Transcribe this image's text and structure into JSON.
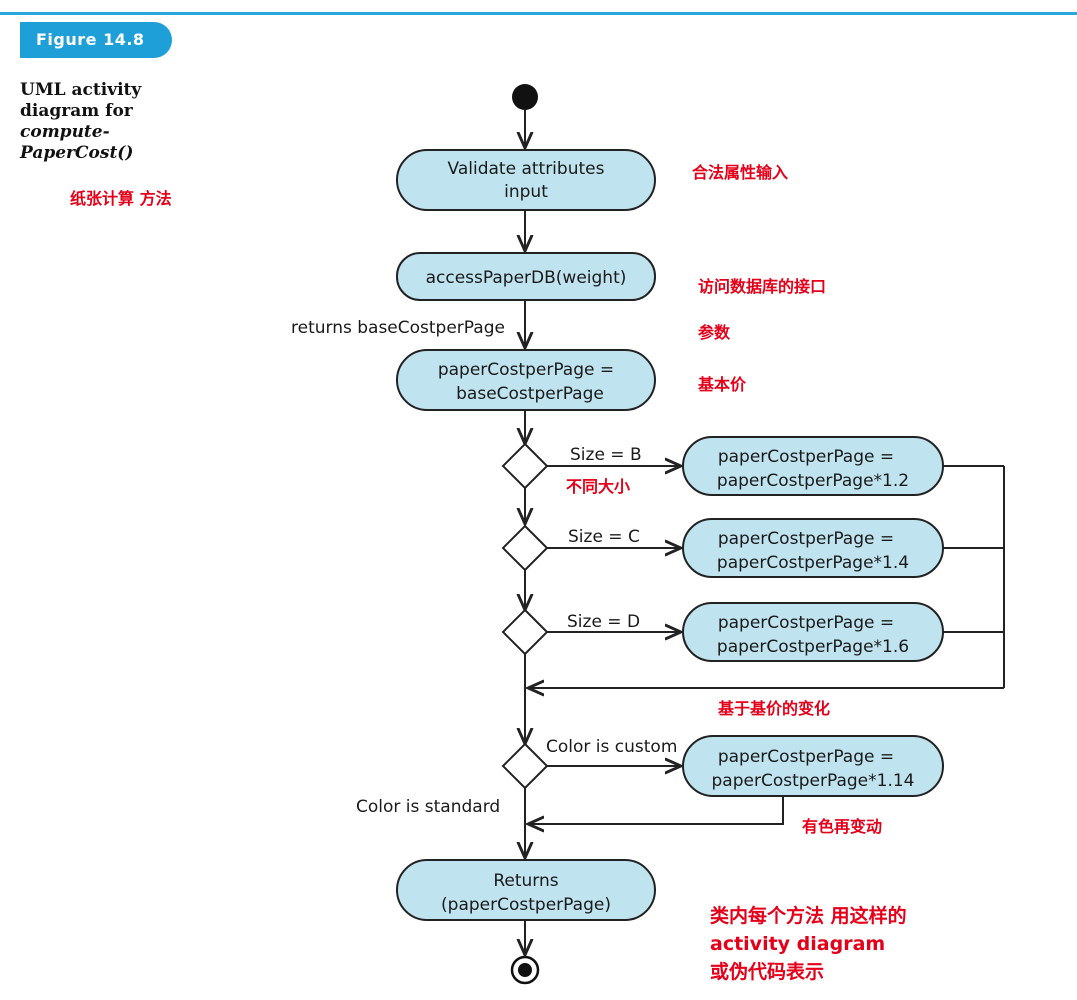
{
  "figure": {
    "tab_label": "Figure 14.8",
    "caption_lines": [
      "UML activity",
      "diagram for",
      "compute-",
      "PaperCost()"
    ]
  },
  "nodes": {
    "validate": [
      "Validate attributes",
      "input"
    ],
    "access": [
      "accessPaperDB(weight)"
    ],
    "assign_base": [
      "paperCostperPage =",
      "baseCostperPage"
    ],
    "size_b": [
      "paperCostperPage =",
      "paperCostperPage*1.2"
    ],
    "size_c": [
      "paperCostperPage =",
      "paperCostperPage*1.4"
    ],
    "size_d": [
      "paperCostperPage =",
      "paperCostperPage*1.6"
    ],
    "color_custom": [
      "paperCostperPage =",
      "paperCostperPage*1.14"
    ],
    "returns": [
      "Returns",
      "(paperCostperPage)"
    ]
  },
  "edge_labels": {
    "returns_base": "returns baseCostperPage",
    "size_b": "Size = B",
    "size_c": "Size = C",
    "size_d": "Size = D",
    "color_custom": "Color is custom",
    "color_standard": "Color is standard"
  },
  "annotations": {
    "method_name": "纸张计算 方法",
    "validate": "合法属性输入",
    "access": "访问数据库的接口",
    "param": "参数",
    "base_price": "基本价",
    "sizes": "不同大小",
    "price_change": "基于基价的变化",
    "color_change": "有色再变动",
    "summary": [
      "类内每个方法 用这样的",
      "activity diagram",
      "或伪代码表示"
    ]
  },
  "colors": {
    "accent": "#1f9fd8",
    "node_fill": "#bfe3ef",
    "annotation": "#e5001a"
  }
}
